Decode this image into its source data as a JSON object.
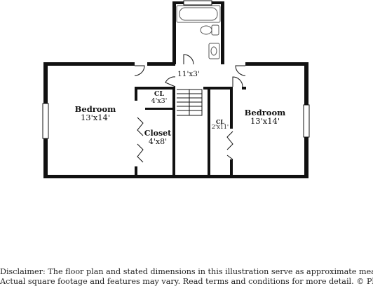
{
  "rooms": {
    "bedroom_left": {
      "name": "Bedroom",
      "dims": "13'x14'"
    },
    "bedroom_right": {
      "name": "Bedroom",
      "dims": "13'x14'"
    },
    "closet": {
      "name": "Closet",
      "dims": "4'x8'"
    },
    "cl_small": {
      "name": "CL",
      "dims": "4'x3'"
    },
    "cl_narrow": {
      "name": "CL",
      "dims": "2'x11'"
    },
    "hall": {
      "dims": "11'x3'"
    }
  },
  "disclaimer": {
    "line1": "Disclaimer: The floor plan and stated dimensions in this illustration serve as approximate measurements.",
    "line2": "Actual square footage and features may vary. Read terms and conditions for more detail. © PlanOmatic"
  },
  "colors": {
    "wall": "#111111",
    "fixture": "#555555"
  }
}
